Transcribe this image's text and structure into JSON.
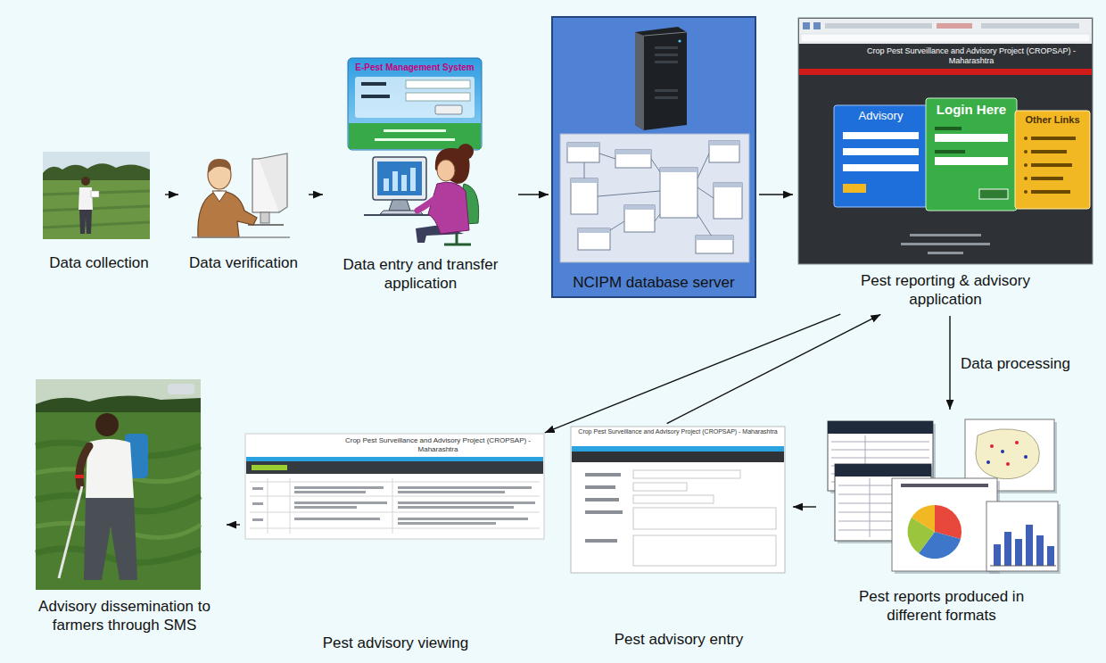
{
  "diagram": {
    "nodes": [
      {
        "text": [
          "Data collection"
        ]
      },
      {
        "text": [
          "Data verification"
        ]
      },
      {
        "text": [
          "Data entry and transfer application"
        ]
      },
      {
        "text": [
          "NCIPM database server"
        ]
      },
      {
        "text": [
          "Pest reporting & advisory application"
        ]
      },
      {
        "text": [
          "Advisory dissemination to farmers through SMS"
        ]
      },
      {
        "text": [
          "Pest advisory viewing"
        ]
      },
      {
        "text": [
          "Pest advisory entry"
        ]
      },
      {
        "text": [
          "Pest reports produced in different formats"
        ]
      }
    ],
    "edges": [
      {
        "from": 0,
        "to": 1,
        "arrow": "to"
      },
      {
        "from": 1,
        "to": 2,
        "arrow": "to"
      },
      {
        "from": 2,
        "to": 3,
        "arrow": "to"
      },
      {
        "from": 3,
        "to": 4,
        "arrow": "to"
      },
      {
        "from": 4,
        "to": 8,
        "label": "Data processing",
        "arrow": "to"
      },
      {
        "from": 8,
        "to": 7,
        "arrow": "to"
      },
      {
        "from": 7,
        "to": 4,
        "arrow": "to"
      },
      {
        "from": 4,
        "to": 6,
        "arrow": "to"
      },
      {
        "from": 6,
        "to": 5,
        "arrow": "to"
      }
    ],
    "labels": [
      "E-Pest Management System",
      "Crop Pest Surveillance and Advisory Project (CROPSAP) - Maharashtra",
      "Advisory",
      "Login Here",
      "Other Links",
      "Crop Pest Surveillance and Advisory Project (CROPSAP) - Maharashtra",
      "Crop Pest Surveillance and Advisory Project (CROPSAP) - Maharashtra"
    ]
  }
}
